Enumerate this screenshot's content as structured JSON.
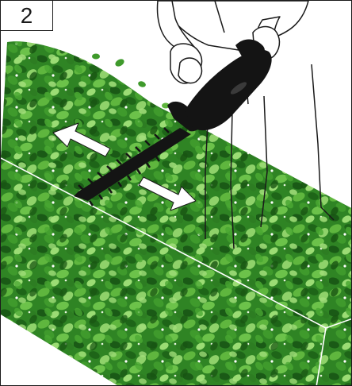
{
  "illustration": {
    "step_number": "2",
    "figure_icon": "person-trimming-hedge-illustration",
    "arrow_icons": [
      "double-arrow-back-left",
      "double-arrow-forward-right"
    ],
    "colors": {
      "hedge_dark": "#1f6b1c",
      "hedge_mid": "#3f9a2c",
      "hedge_light": "#8fd26a",
      "trimmer": "#141414",
      "outline": "#1a1a1a",
      "arrow_fill": "#ffffff"
    }
  }
}
